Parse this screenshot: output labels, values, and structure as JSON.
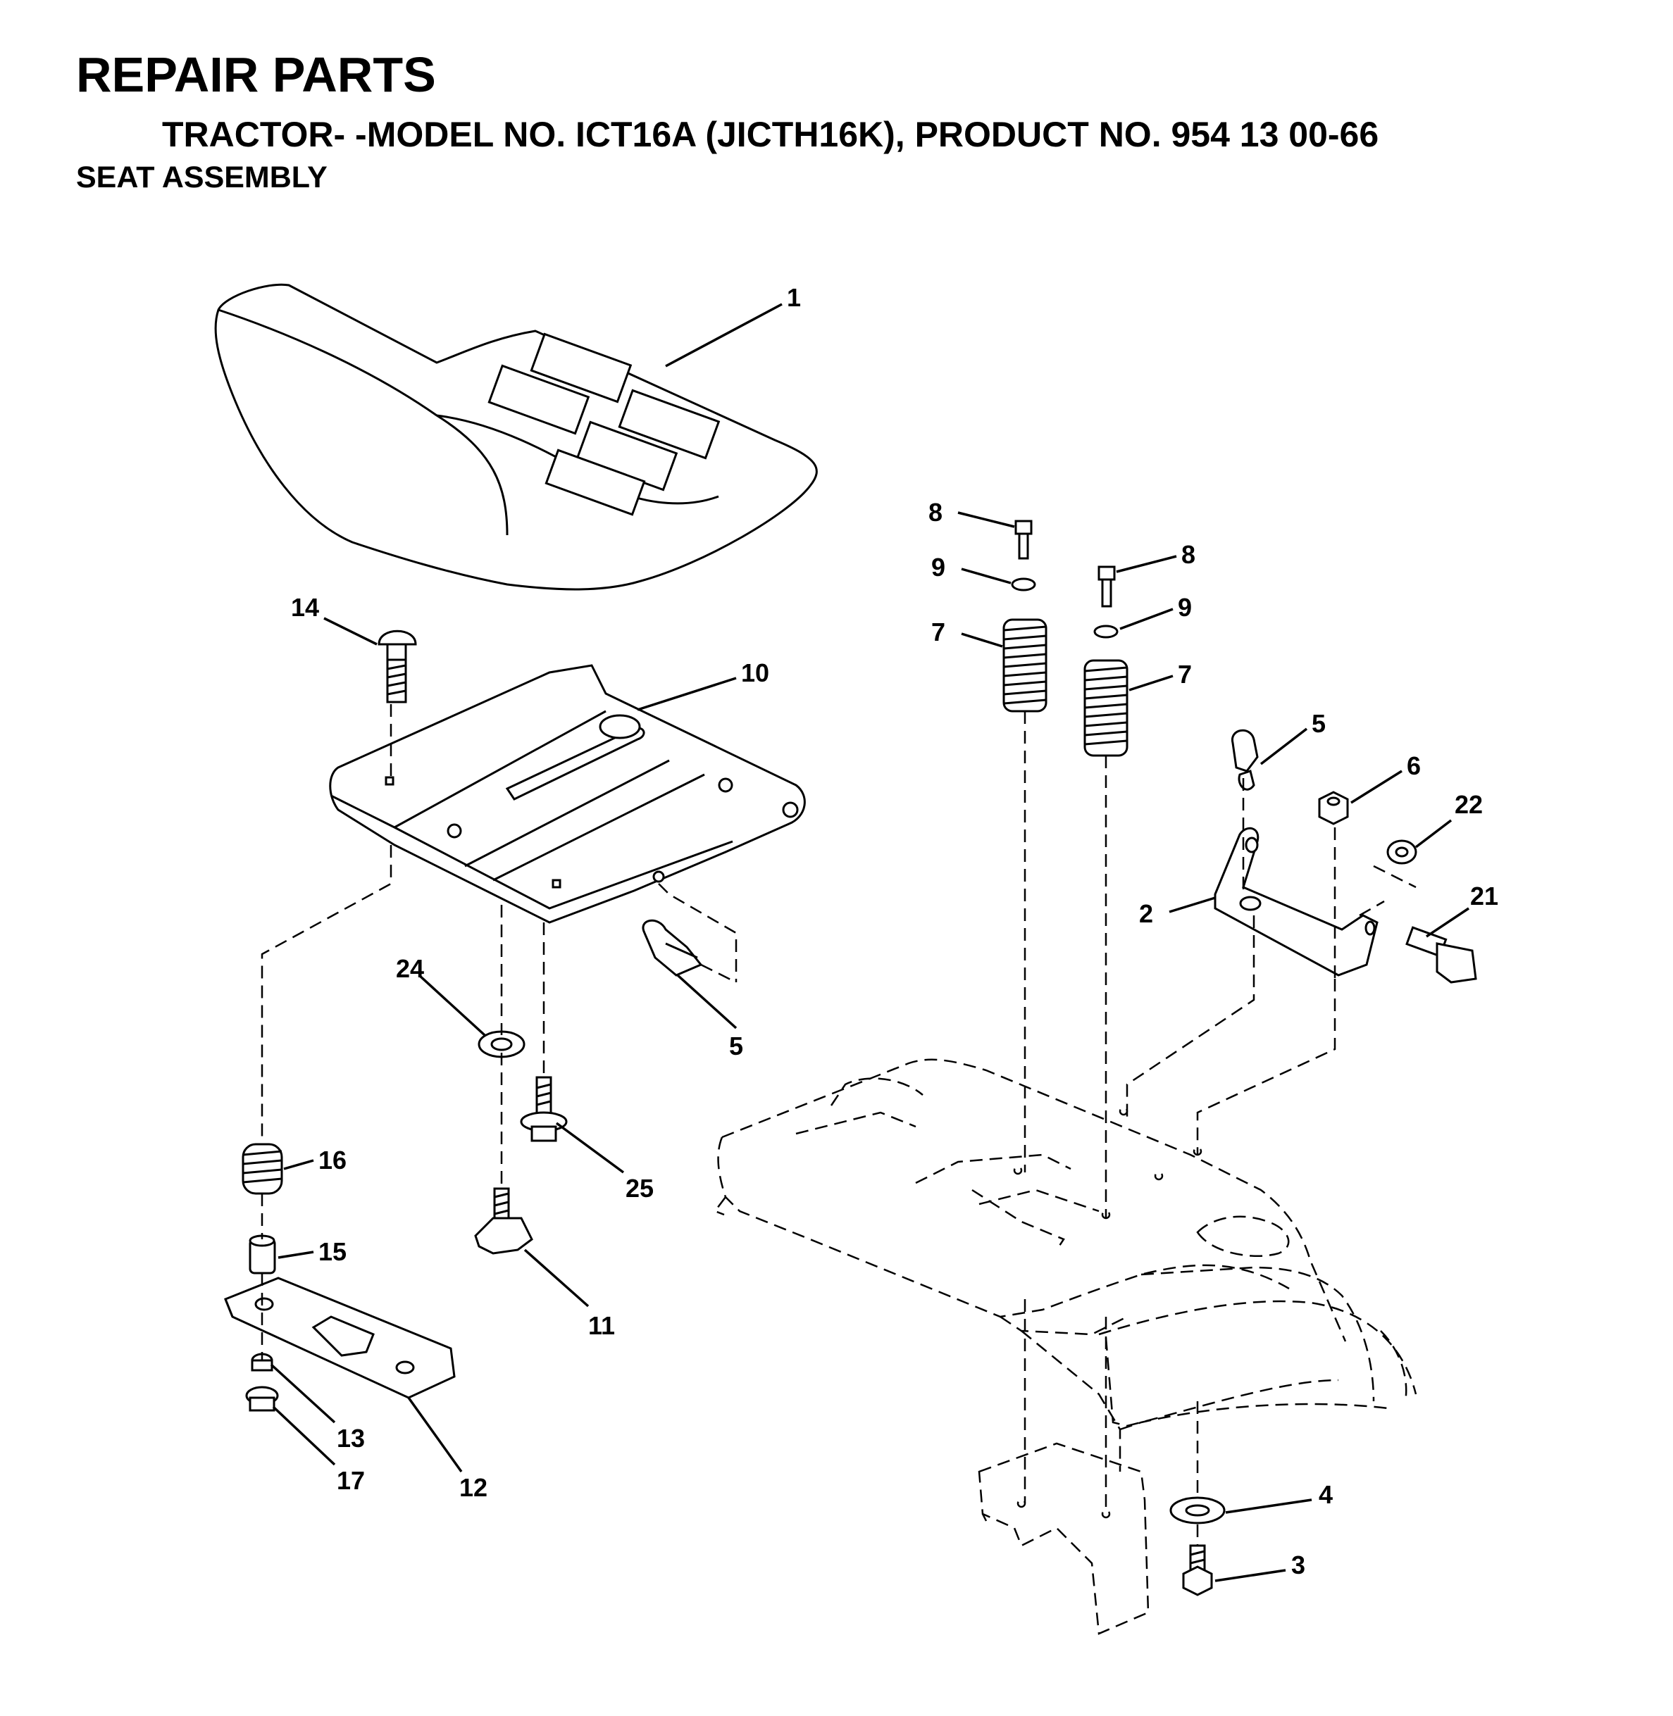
{
  "header": {
    "title": "REPAIR PARTS",
    "subtitle": "TRACTOR- -MODEL NO. ICT16A (JICTH16K), PRODUCT NO. 954 13 00-66",
    "section": "SEAT ASSEMBLY"
  },
  "callouts": [
    {
      "id": "c1",
      "label": "1"
    },
    {
      "id": "c14",
      "label": "14"
    },
    {
      "id": "c10",
      "label": "10"
    },
    {
      "id": "c8a",
      "label": "8"
    },
    {
      "id": "c8b",
      "label": "8"
    },
    {
      "id": "c9a",
      "label": "9"
    },
    {
      "id": "c9b",
      "label": "9"
    },
    {
      "id": "c7a",
      "label": "7"
    },
    {
      "id": "c7b",
      "label": "7"
    },
    {
      "id": "c5a",
      "label": "5"
    },
    {
      "id": "c6",
      "label": "6"
    },
    {
      "id": "c22",
      "label": "22"
    },
    {
      "id": "c2",
      "label": "2"
    },
    {
      "id": "c21",
      "label": "21"
    },
    {
      "id": "c24",
      "label": "24"
    },
    {
      "id": "c5b",
      "label": "5"
    },
    {
      "id": "c25",
      "label": "25"
    },
    {
      "id": "c16",
      "label": "16"
    },
    {
      "id": "c15",
      "label": "15"
    },
    {
      "id": "c11",
      "label": "11"
    },
    {
      "id": "c13",
      "label": "13"
    },
    {
      "id": "c17",
      "label": "17"
    },
    {
      "id": "c12",
      "label": "12"
    },
    {
      "id": "c4",
      "label": "4"
    },
    {
      "id": "c3",
      "label": "3"
    }
  ]
}
